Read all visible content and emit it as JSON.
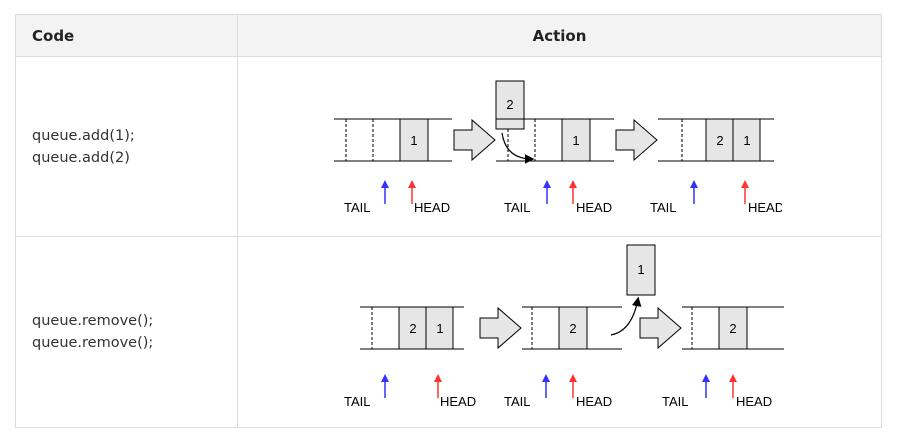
{
  "table": {
    "headers": {
      "code": "Code",
      "action": "Action"
    },
    "rows": [
      {
        "code_lines": [
          "queue.add(1);",
          "queue.add(2)"
        ],
        "states": [
          {
            "cells": [
              "",
              "",
              "1"
            ],
            "labels": {
              "tail": "TAIL",
              "head": "HEAD"
            }
          },
          {
            "cells": [
              "",
              "",
              "1"
            ],
            "incoming": "2",
            "labels": {
              "tail": "TAIL",
              "head": "HEAD"
            }
          },
          {
            "cells": [
              "",
              "2",
              "1"
            ],
            "labels": {
              "tail": "TAIL",
              "head": "HEAD"
            }
          }
        ]
      },
      {
        "code_lines": [
          "queue.remove();",
          "queue.remove();"
        ],
        "states": [
          {
            "cells": [
              "",
              "2",
              "1"
            ],
            "labels": {
              "tail": "TAIL",
              "head": "HEAD"
            }
          },
          {
            "cells": [
              "",
              "",
              "2"
            ],
            "outgoing": "1",
            "labels": {
              "tail": "TAIL",
              "head": "HEAD"
            }
          },
          {
            "cells": [
              "",
              "",
              "2"
            ],
            "labels": {
              "tail": "TAIL",
              "head": "HEAD"
            }
          }
        ]
      }
    ]
  },
  "colors": {
    "tail_arrow": "#3333ff",
    "head_arrow": "#ff3333",
    "filled_cell": "#e6e6e6",
    "header_bg": "#f3f3f3",
    "border": "#dcdcdc"
  }
}
